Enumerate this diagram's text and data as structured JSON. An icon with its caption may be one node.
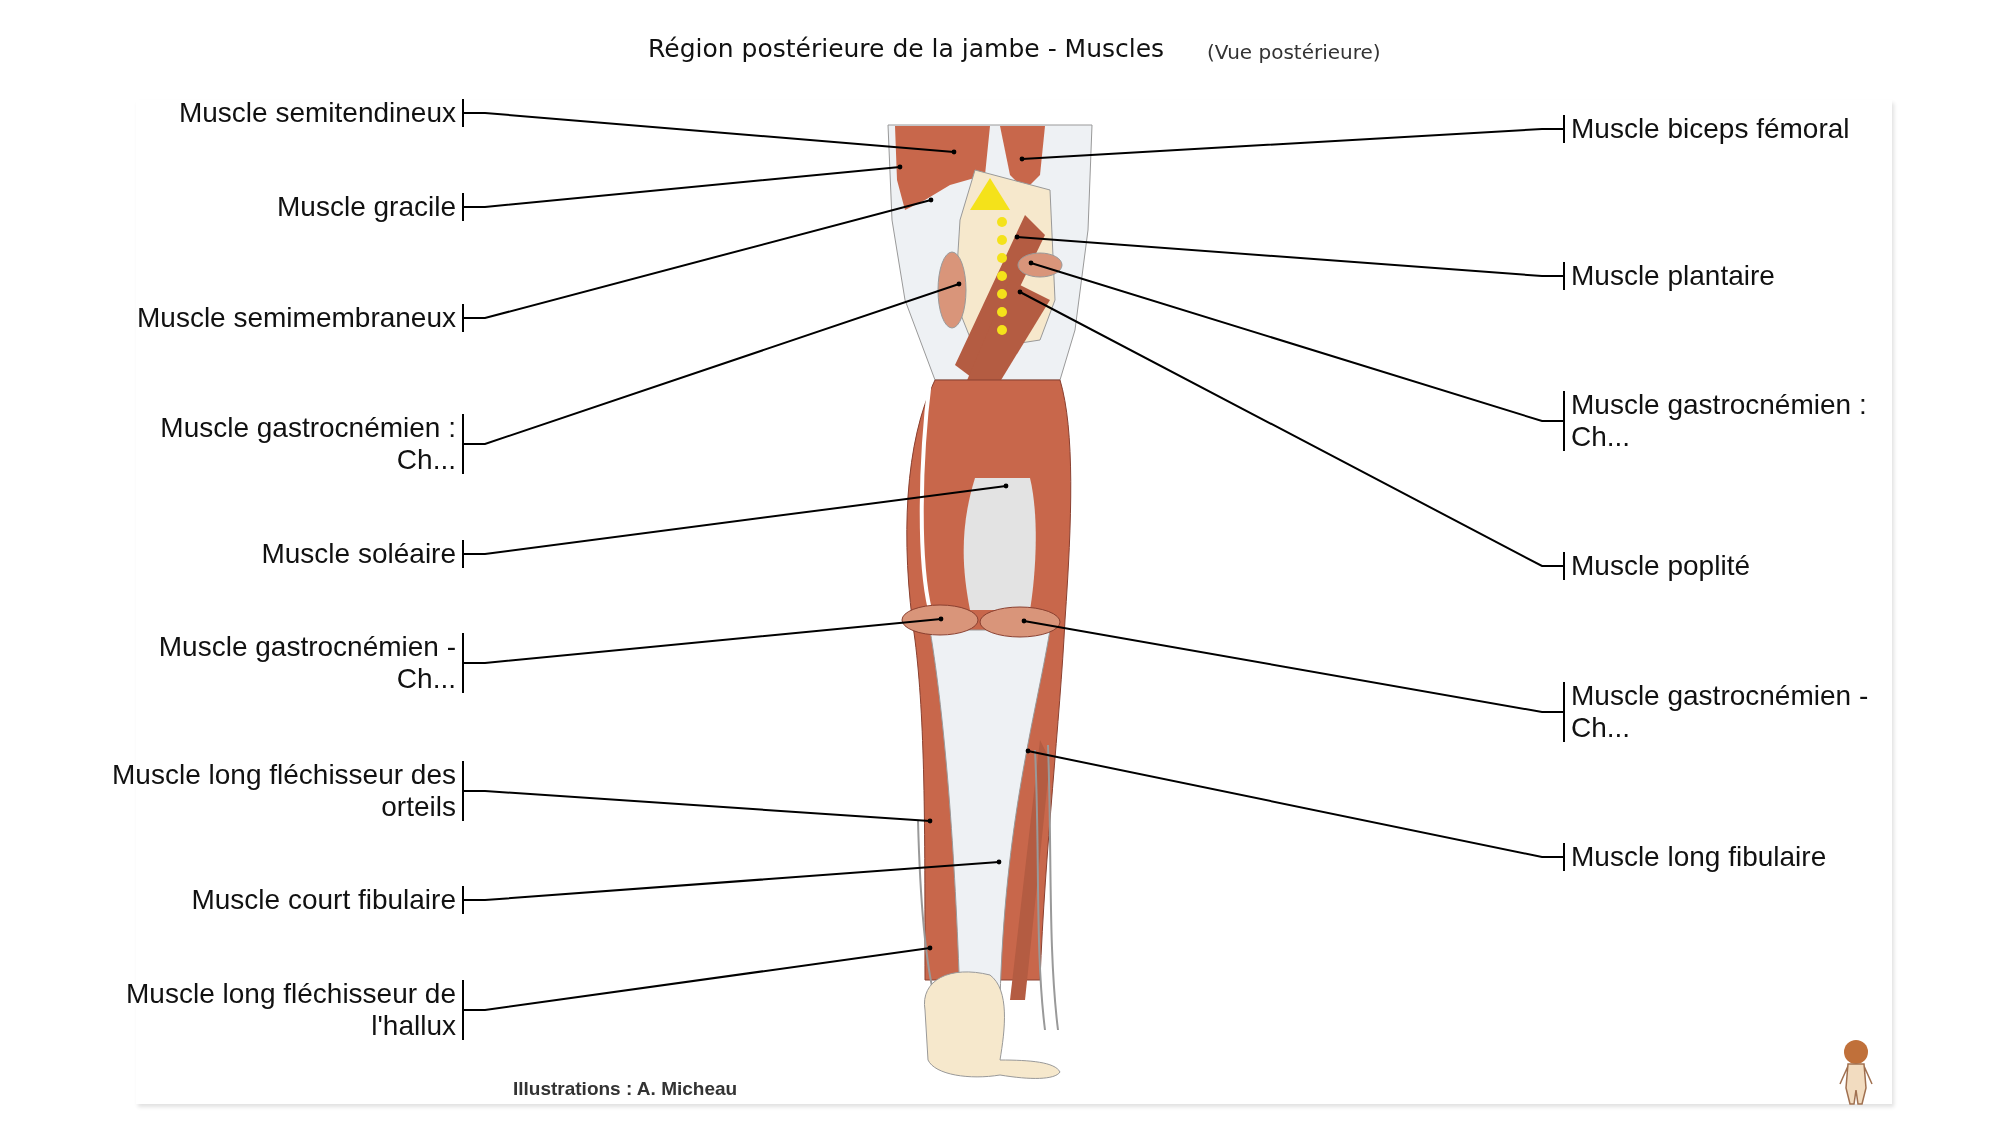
{
  "diagram": {
    "title": "Région postérieure de la jambe - Muscles",
    "nodes": [
      {
        "text": [
          "Muscle semitendineux"
        ]
      },
      {
        "text": [
          "Muscle gracile"
        ]
      },
      {
        "text": [
          "Muscle semimembraneux"
        ]
      },
      {
        "text": [
          "Muscle gastrocnémien : Ch..."
        ]
      },
      {
        "text": [
          "Muscle soléaire"
        ]
      },
      {
        "text": [
          "Muscle gastrocnémien - Ch..."
        ]
      },
      {
        "text": [
          "Muscle long fléchisseur des orteils"
        ]
      },
      {
        "text": [
          "Muscle court fibulaire"
        ]
      },
      {
        "text": [
          "Muscle long fléchisseur de l'hallux"
        ]
      },
      {
        "text": [
          "Muscle biceps fémoral"
        ]
      },
      {
        "text": [
          "Muscle plantaire"
        ]
      },
      {
        "text": [
          "Muscle gastrocnémien : Ch..."
        ]
      },
      {
        "text": [
          "Muscle poplité"
        ]
      },
      {
        "text": [
          "Muscle gastrocnémien - Ch..."
        ]
      },
      {
        "text": [
          "Muscle long fibulaire"
        ]
      }
    ],
    "edges": [
      {
        "from": 0,
        "to": null,
        "arrow": "other"
      },
      {
        "from": 1,
        "to": null,
        "arrow": "other"
      },
      {
        "from": 2,
        "to": null,
        "arrow": "other"
      },
      {
        "from": 3,
        "to": null,
        "arrow": "other"
      },
      {
        "from": 4,
        "to": null,
        "arrow": "other"
      },
      {
        "from": 5,
        "to": null,
        "arrow": "other"
      },
      {
        "from": 6,
        "to": null,
        "arrow": "other"
      },
      {
        "from": 7,
        "to": null,
        "arrow": "other"
      },
      {
        "from": 8,
        "to": null,
        "arrow": "other"
      },
      {
        "from": 9,
        "to": null,
        "arrow": "other"
      },
      {
        "from": 10,
        "to": null,
        "arrow": "other"
      },
      {
        "from": 11,
        "to": null,
        "arrow": "other"
      },
      {
        "from": 12,
        "to": null,
        "arrow": "other"
      },
      {
        "from": 13,
        "to": null,
        "arrow": "other"
      },
      {
        "from": 14,
        "to": null,
        "arrow": "other"
      }
    ],
    "labels": [
      "(Vue postérieure)",
      "Illustrations : A. Micheau"
    ]
  }
}
